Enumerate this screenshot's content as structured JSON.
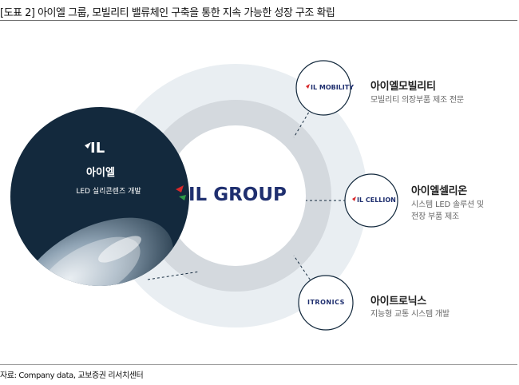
{
  "title": "[도표 2] 아이엘 그룹, 모빌리티 밸류체인 구축을 통한 지속 가능한 성장 구조 확립",
  "footer": "자료: Company data,  교보증권 리서치센터",
  "colors": {
    "navy": "#13293d",
    "hub_text": "#1f2f6f",
    "accent_red": "#d8282a",
    "accent_green": "#2e9a47",
    "ring_outer": "#e9eef2",
    "ring_inner": "#d4d9de"
  },
  "main_company": {
    "logo_text": "IL",
    "name": "아이엘",
    "desc": "LED 실리콘렌즈 개발"
  },
  "hub": {
    "logo_text": "IL GROUP"
  },
  "subsidiaries": [
    {
      "logo_text": "IL MOBILITY",
      "name": "아이엘모빌리티",
      "desc": [
        "모빌리티 의장부품 제조 전문"
      ]
    },
    {
      "logo_text": "IL CELLION",
      "name": "아이엘셀리온",
      "desc": [
        "시스템 LED 솔루션 및",
        "전장 부품 제조"
      ]
    },
    {
      "logo_text": "ITRONICS",
      "name": "아이트로닉스",
      "desc": [
        "지능형 교통 시스템 개발"
      ]
    }
  ]
}
